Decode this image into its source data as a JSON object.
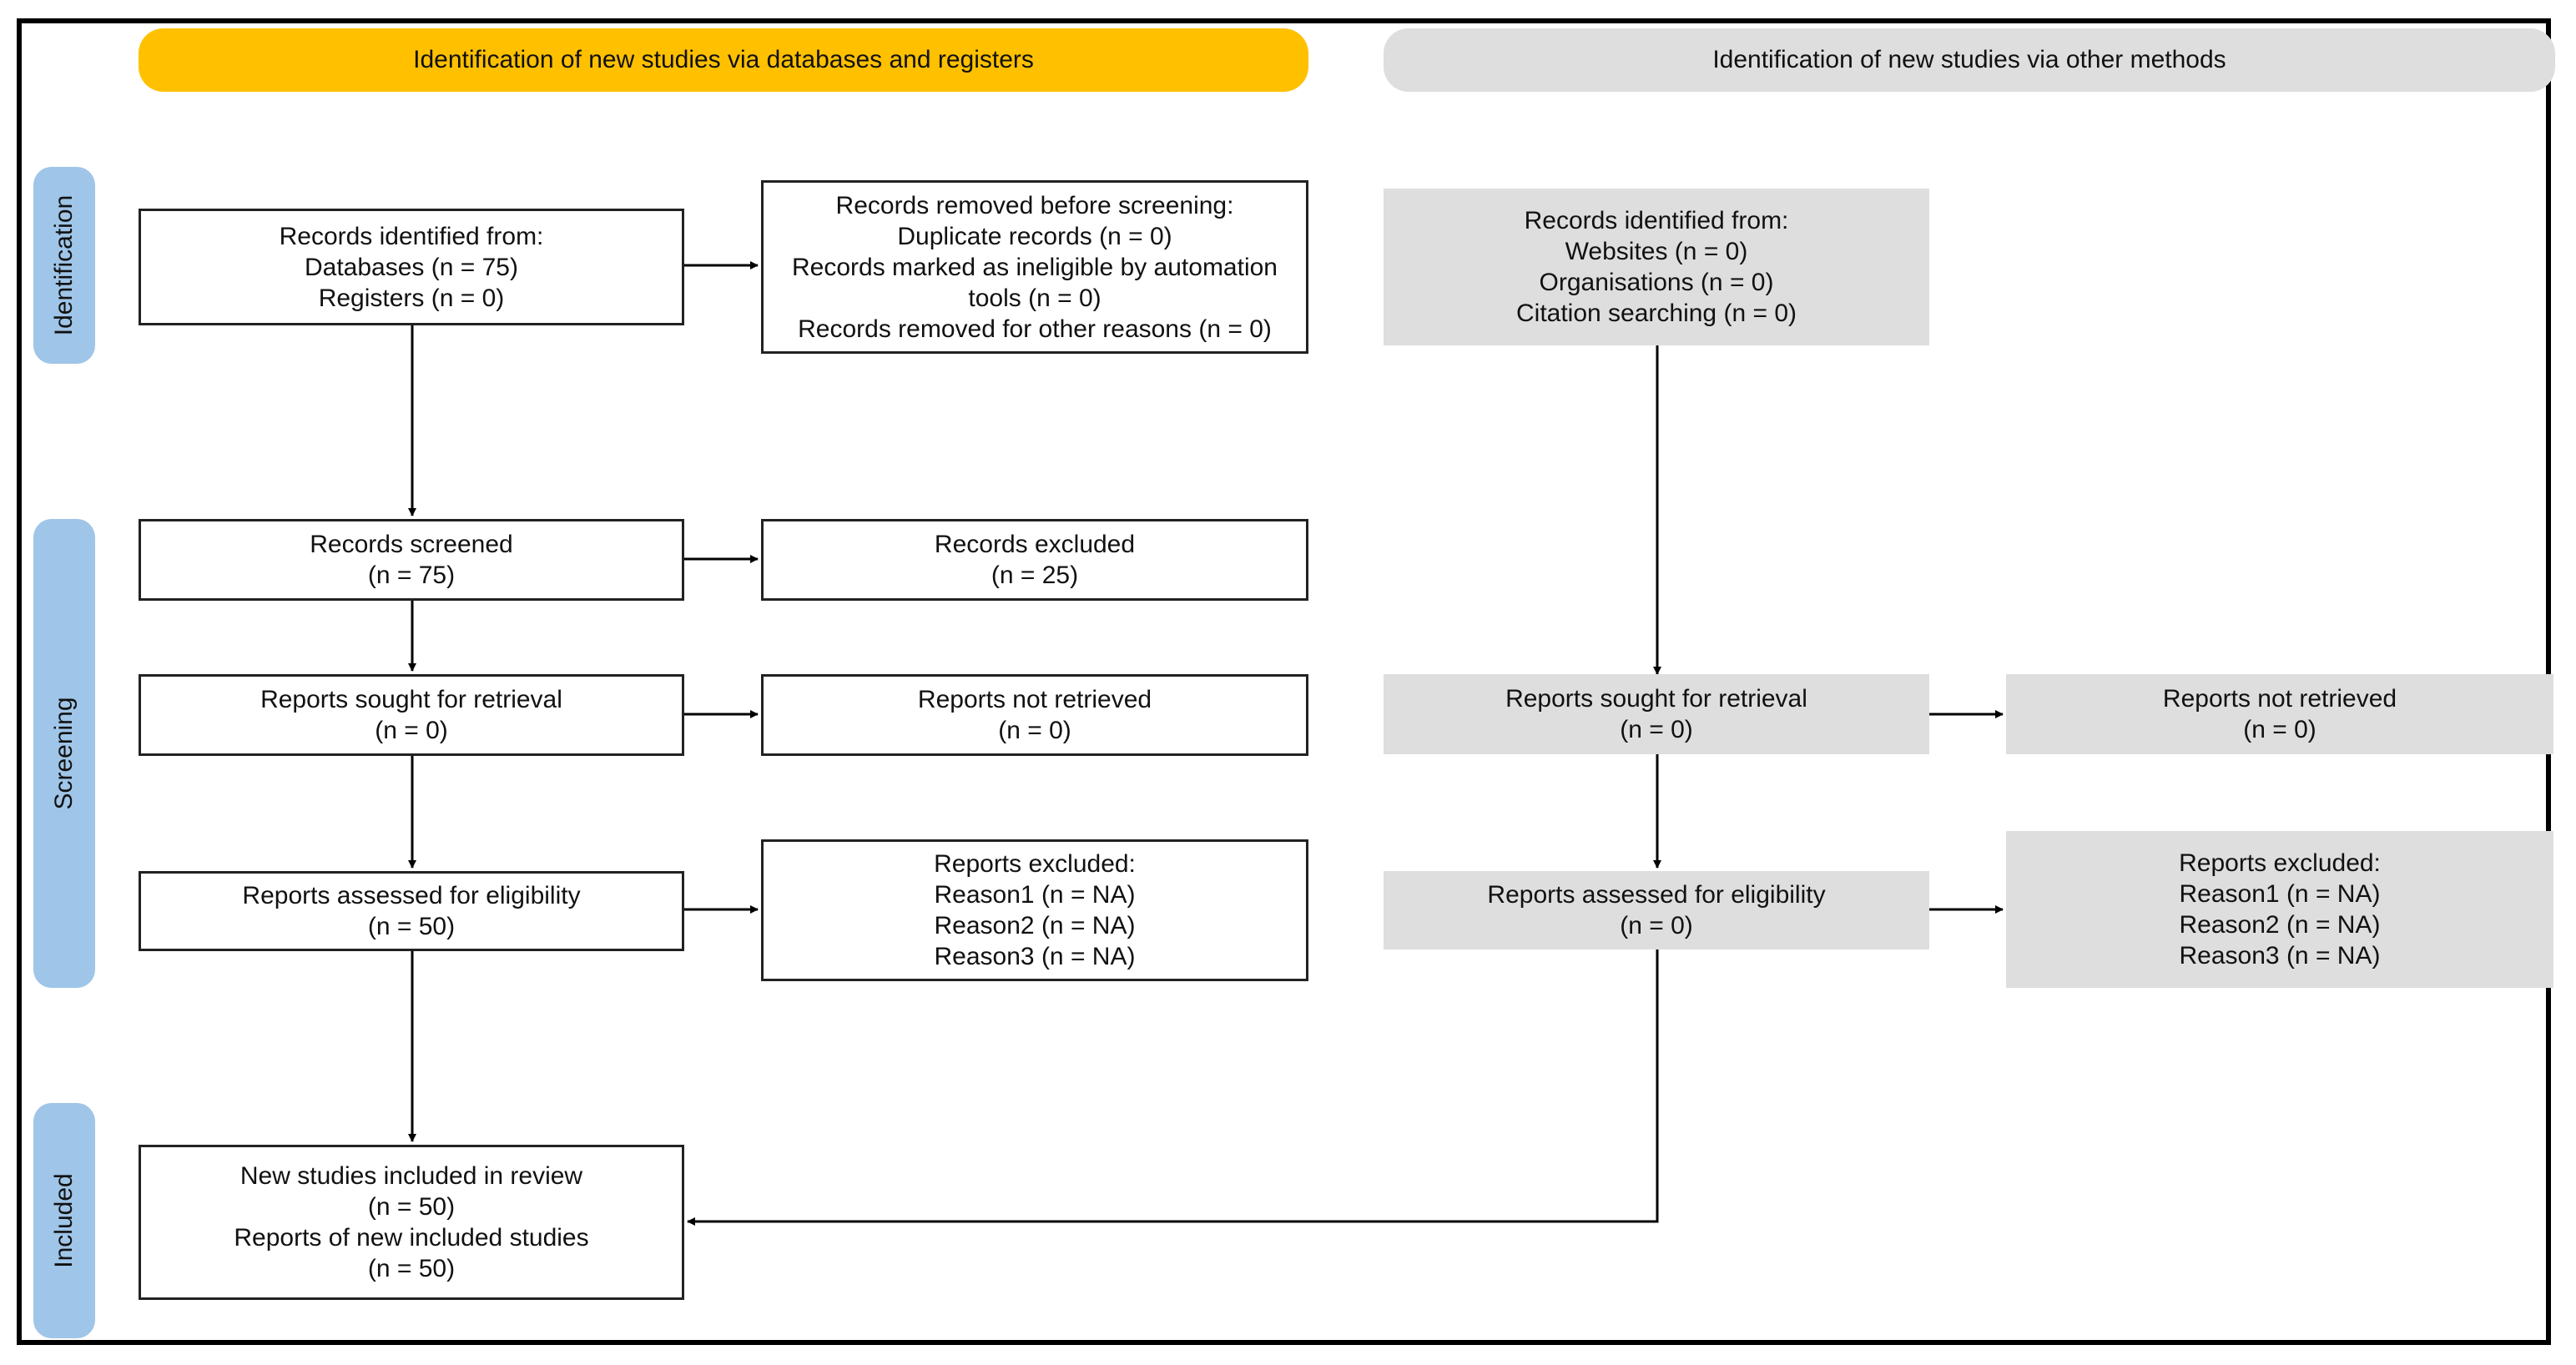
{
  "banners": {
    "databases": "Identification of new studies via databases and registers",
    "other": "Identification of new studies via other methods"
  },
  "stages": {
    "identification": "Identification",
    "screening": "Screening",
    "included": "Included"
  },
  "boxes": {
    "records_identified": [
      "Records identified from:",
      "Databases (n = 75)",
      "Registers (n = 0)"
    ],
    "records_removed": [
      "Records removed before screening:",
      "Duplicate records (n = 0)",
      "Records marked as ineligible by automation",
      "tools (n = 0)",
      "Records removed for other reasons (n = 0)"
    ],
    "records_screened": [
      "Records screened",
      "(n = 75)"
    ],
    "records_excluded": [
      "Records excluded",
      "(n = 25)"
    ],
    "reports_sought": [
      "Reports sought for retrieval",
      "(n = 0)"
    ],
    "reports_not_retrieved": [
      "Reports not retrieved",
      "(n = 0)"
    ],
    "reports_assessed": [
      "Reports assessed for eligibility",
      "(n = 50)"
    ],
    "reports_excluded": [
      "Reports excluded:",
      "Reason1 (n = NA)",
      "Reason2 (n = NA)",
      "Reason3 (n = NA)"
    ],
    "new_studies_included": [
      "New studies included in review",
      "(n = 50)",
      "Reports of new included studies",
      "(n = 50)"
    ],
    "other_records_identified": [
      "Records identified from:",
      "Websites (n = 0)",
      "Organisations (n = 0)",
      "Citation searching (n = 0)"
    ],
    "other_reports_sought": [
      "Reports sought for retrieval",
      "(n = 0)"
    ],
    "other_reports_not_retrieved": [
      "Reports not retrieved",
      "(n = 0)"
    ],
    "other_reports_assessed": [
      "Reports assessed for eligibility",
      "(n = 0)"
    ],
    "other_reports_excluded": [
      "Reports excluded:",
      "Reason1 (n = NA)",
      "Reason2 (n = NA)",
      "Reason3 (n = NA)"
    ]
  },
  "colors": {
    "databases_banner": "#ffc000",
    "other_banner": "#dedede",
    "stage_label": "#9fc5e8",
    "other_box": "#dedede"
  }
}
